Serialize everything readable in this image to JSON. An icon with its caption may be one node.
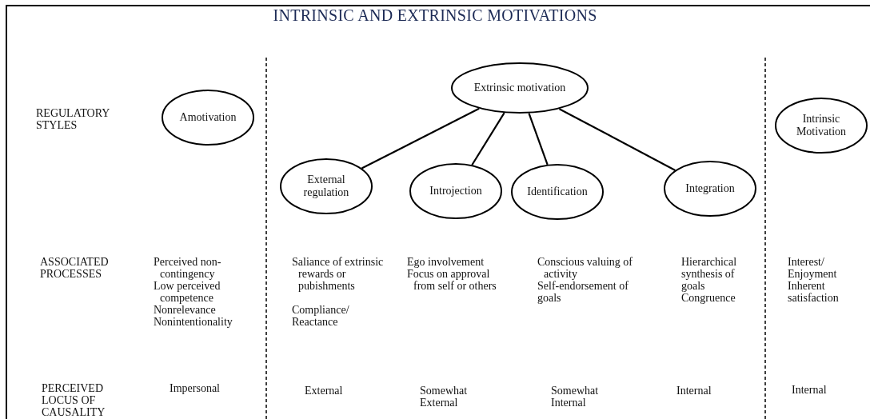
{
  "diagram": {
    "title": "INTRINSIC AND EXTRINSIC MOTIVATIONS",
    "nodes": [
      {
        "text": [
          "Amotivation"
        ]
      },
      {
        "text": [
          "Extrinsic motivation"
        ]
      },
      {
        "text": [
          "External regulation"
        ]
      },
      {
        "text": [
          "Introjection"
        ]
      },
      {
        "text": [
          "Identification"
        ]
      },
      {
        "text": [
          "Integration"
        ]
      },
      {
        "text": [
          "Intrinsic Motivation"
        ]
      }
    ],
    "edges": [
      {
        "from": 1,
        "to": 2,
        "arrow": "none"
      },
      {
        "from": 1,
        "to": 3,
        "arrow": "none"
      },
      {
        "from": 1,
        "to": 4,
        "arrow": "none"
      },
      {
        "from": 1,
        "to": 5,
        "arrow": "none"
      }
    ],
    "labels": [
      "REGULATORY STYLES",
      "ASSOCIATED PROCESSES",
      "Perceived non-contingency",
      "Low perceived competence",
      "Nonrelevance",
      "Nonintentionality",
      "Saliance of extrinsic rewards or pubishments",
      "Compliance/ Reactance",
      "Ego involvement",
      "Focus on approval from self or others",
      "Conscious valuing of activity",
      "Self-endorsement of goals",
      "Hierarchical synthesis of goals",
      "Congruence",
      "Interest/ Enjoyment",
      "Inherent satisfaction",
      "PERCEIVED LOCUS OF CAUSALITY",
      "Impersonal",
      "External",
      "Somewhat External",
      "Somewhat Internal",
      "Internal",
      "Internal"
    ]
  }
}
